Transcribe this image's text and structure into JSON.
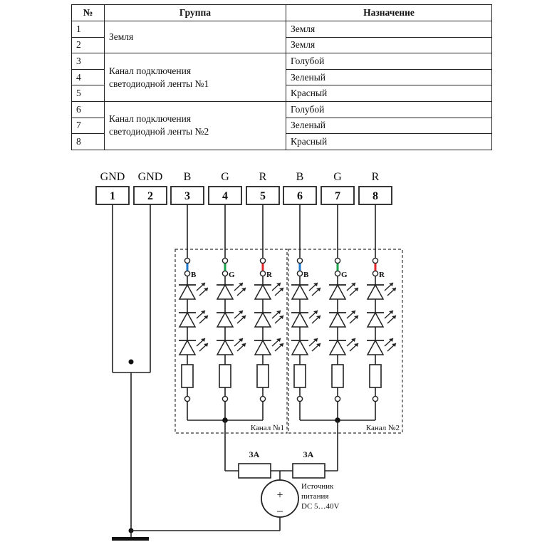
{
  "table": {
    "headers": [
      "№",
      "Группа",
      "Назначение"
    ],
    "rows": [
      {
        "num": "1",
        "purpose": "Земля"
      },
      {
        "num": "2",
        "purpose": "Земля"
      },
      {
        "num": "3",
        "purpose": "Голубой"
      },
      {
        "num": "4",
        "purpose": "Зеленый"
      },
      {
        "num": "5",
        "purpose": "Красный"
      },
      {
        "num": "6",
        "purpose": "Голубой"
      },
      {
        "num": "7",
        "purpose": "Зеленый"
      },
      {
        "num": "8",
        "purpose": "Красный"
      }
    ],
    "groups": [
      {
        "label": "Земля",
        "rows": 2
      },
      {
        "label_line1": "Канал подключения",
        "label_line2": "светодиодной ленты  №1",
        "rows": 3
      },
      {
        "label_line1": "Канал подключения",
        "label_line2": "светодиодной ленты  №2",
        "rows": 3
      }
    ]
  },
  "schematic": {
    "terminals": [
      {
        "label": "GND",
        "num": "1"
      },
      {
        "label": "GND",
        "num": "2"
      },
      {
        "label": "B",
        "num": "3"
      },
      {
        "label": "G",
        "num": "4"
      },
      {
        "label": "R",
        "num": "5"
      },
      {
        "label": "B",
        "num": "6"
      },
      {
        "label": "G",
        "num": "7"
      },
      {
        "label": "R",
        "num": "8"
      }
    ],
    "channels": [
      {
        "label": "Канал №1",
        "leds": [
          "B",
          "G",
          "R"
        ]
      },
      {
        "label": "Канал №2",
        "leds": [
          "B",
          "G",
          "R"
        ]
      }
    ],
    "led_colors": {
      "B": "#1f77c9",
      "G": "#1aa34a",
      "R": "#e0262b"
    },
    "fuses": [
      "3A",
      "3A"
    ],
    "power_source": {
      "line1": "Источник",
      "line2": "питания",
      "line3": "DC 5…40V",
      "plus": "+",
      "minus": "–"
    }
  }
}
